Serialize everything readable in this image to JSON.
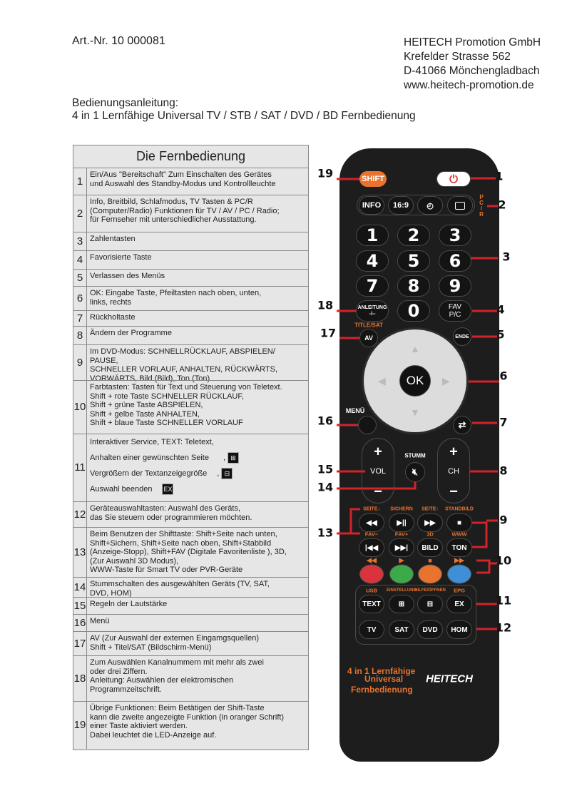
{
  "header": {
    "art_nr": "Art.-Nr. 10 000081",
    "company": [
      "HEITECH Promotion GmbH",
      "Krefelder Strasse 562",
      "D-41066 Mönchengladbach",
      "www.heitech-promotion.de"
    ],
    "doc_title": "Bedienungsanleitung:",
    "doc_subtitle": "4 in 1 Lernfähige Universal TV / STB / SAT / DVD / BD Fernbedienung"
  },
  "table": {
    "title": "Die Fernbedienung",
    "rows": [
      {
        "num": "1",
        "text": "Ein/Aus  \"Bereitschaft\" Zum Einschalten des Gerätes\nund Auswahl des Standby-Modus und Kontrollleuchte"
      },
      {
        "num": "2",
        "text": "Info, Breitbild, Schlafmodus, TV Tasten & PC/R\n(Computer/Radio) Funktionen für TV / AV / PC / Radio;\nfür Fernseher mit unterschiedlicher Ausstattung."
      },
      {
        "num": "3",
        "text": "Zahlentasten"
      },
      {
        "num": "4",
        "text": "Favorisierte Taste"
      },
      {
        "num": "5",
        "text": "Verlassen des Menüs"
      },
      {
        "num": "6",
        "text": "OK: Eingabe Taste, Pfeiltasten nach oben, unten,\nlinks, rechts"
      },
      {
        "num": "7",
        "text": "Rückholtaste"
      },
      {
        "num": "8",
        "text": "Ändern der Programme"
      },
      {
        "num": "9",
        "text": "Im DVD-Modus: SCHNELLRÜCKLAUF, ABSPIELEN/ PAUSE,\nSCHNELLER VORLAUF, ANHALTEN, RÜCKWÄRTS,\nVORWÄRTS, Bild (Bild), Ton (Ton)"
      },
      {
        "num": "10",
        "text": "Farbtasten: Tasten für Text und Steuerung von Teletext.\nShift + rote Taste SCHNELLER RÜCKLAUF,\nShift + grüne Taste ABSPIELEN,\nShift + gelbe Taste ANHALTEN,\nShift + blaue Taste SCHNELLER VORLAUF"
      },
      {
        "num": "11",
        "lines": [
          "Interaktiver Service, TEXT: Teletext,",
          "Anhalten einer gewünschten Seite",
          "Vergrößern der Textanzeigegröße",
          "Auswahl beenden"
        ]
      },
      {
        "num": "12",
        "text": "Geräteauswahltasten: Auswahl des Geräts,\ndas Sie steuern oder programmieren möchten."
      },
      {
        "num": "13",
        "text": "Beim Benutzen der Shifttaste: Shift+Seite nach unten,\nShift+Sichern, Shift+Seite nach oben, Shift+Stabbild\n(Anzeige-Stopp), Shift+FAV (Digitale Favoritenliste ), 3D,\n(Zur Auswahl 3D Modus),\nWWW-Taste für Smart TV oder PVR-Geräte"
      },
      {
        "num": "14",
        "text": "Stummschalten des ausgewählten Geräts (TV, SAT,\nDVD, HOM)"
      },
      {
        "num": "15",
        "text": "Regeln der Lautstärke"
      },
      {
        "num": "16",
        "text": "Menü"
      },
      {
        "num": "17",
        "text": "AV (Zur Auswahl der externen Eingamgsquellen)\nShift + Titel/SAT (Bildschirm-Menü)"
      },
      {
        "num": "18",
        "text": "Zum Auswählen Kanalnummern mit mehr als zwei\noder drei Ziffern.\nAnleitung: Auswählen der elektromischen\nProgrammzeitschrift."
      },
      {
        "num": "19",
        "text": "Übrige Funktionen: Beim Betätigen der Shift-Taste\nkann die zweite angezeigte Funktion (in oranger Schrift)\neiner Taste aktiviert werden.\nDabei leuchtet die LED-Anzeige auf."
      }
    ]
  },
  "remote": {
    "shift": "SHIFT",
    "info": "INFO",
    "ratio": "16:9",
    "pcr": "P\nC\n/\nR",
    "digits": [
      "1",
      "2",
      "3",
      "4",
      "5",
      "6",
      "7",
      "8",
      "9",
      "0"
    ],
    "anleitung": "ANLEITUNG\n-/--",
    "fav": "FAV\nP/C",
    "title_sat": "TITLE/SAT",
    "av": "AV",
    "ende": "ENDE",
    "ok": "OK",
    "menu": "MENÜ",
    "stumm": "STUMM",
    "vol": "VOL",
    "ch": "CH",
    "plus": "+",
    "minus": "−",
    "shift_labels_1": [
      "SEITE↓",
      "SICHERN",
      "SEITE↑",
      "STANDBILD"
    ],
    "media_1": [
      "◀◀",
      "▶||",
      "▶▶",
      "■"
    ],
    "shift_labels_2": [
      "FAV−",
      "FAV+",
      "3D",
      "WWW"
    ],
    "media_2": [
      "|◀◀",
      "▶▶|",
      "BILD",
      "TON"
    ],
    "color_marks": [
      "◀◀",
      "▶",
      "■",
      "▶▶"
    ],
    "colors": [
      "#d9343d",
      "#3daa4a",
      "#e8732e",
      "#3f8fd8"
    ],
    "shift_labels_3": [
      "USB",
      "EINSTELLUNG",
      "HILFE/ÖFFNEN",
      "EPG"
    ],
    "text_row": [
      "TEXT",
      "⊞",
      "⊟",
      "EX"
    ],
    "device_row": [
      "TV",
      "SAT",
      "DVD",
      "HOM"
    ],
    "slogan": [
      "4 in 1 Lernfähige",
      "Universal",
      "Fernbedienung"
    ],
    "brand": "HEITECH"
  },
  "callouts": [
    "19",
    "1",
    "2",
    "3",
    "18",
    "4",
    "17",
    "5",
    "6",
    "16",
    "7",
    "15",
    "8",
    "14",
    "13",
    "9",
    "10",
    "11",
    "12"
  ],
  "colors": {
    "accent_orange": "#e8732e",
    "callout_red": "#d2232a",
    "remote_body": "#1d1d1d"
  }
}
